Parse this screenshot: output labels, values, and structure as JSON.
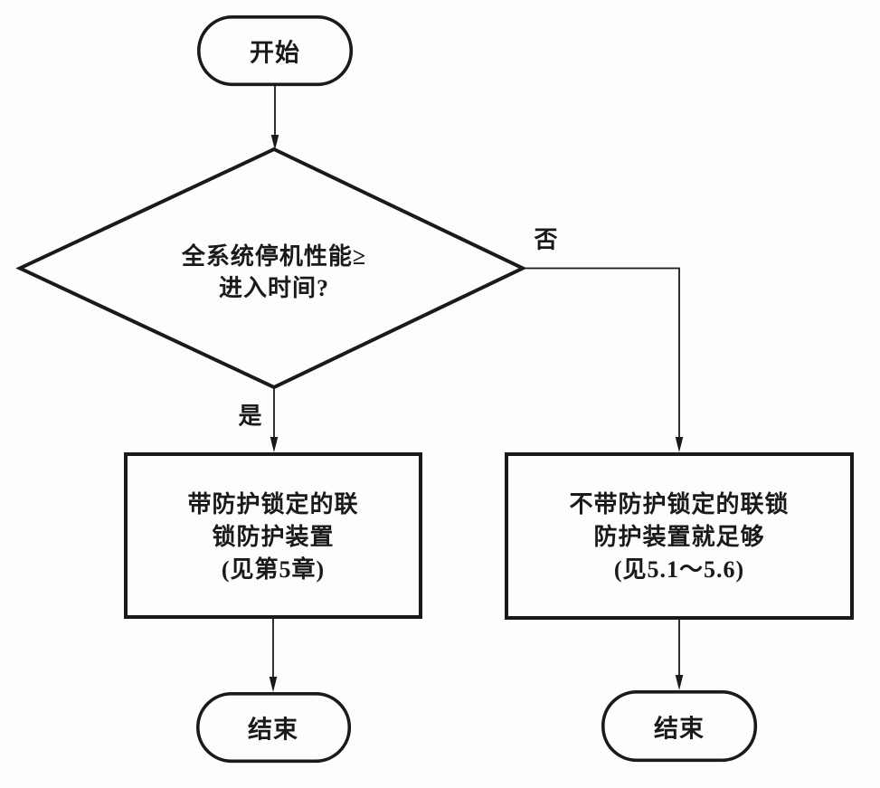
{
  "diagram": {
    "type": "flowchart",
    "colors": {
      "ink": "#1a1a1a",
      "background": "#fdfdfd"
    },
    "nodes": {
      "start": {
        "shape": "terminal",
        "label": "开始"
      },
      "decision": {
        "shape": "diamond",
        "lines": [
          "全系统停机性能≥",
          "进入时间?"
        ]
      },
      "process_yes": {
        "shape": "rectangle",
        "lines": [
          "带防护锁定的联",
          "锁防护装置",
          "(见第5章)"
        ]
      },
      "process_no": {
        "shape": "rectangle",
        "lines": [
          "不带防护锁定的联锁",
          "防护装置就足够",
          "(见5.1～5.6)"
        ]
      },
      "end_left": {
        "shape": "terminal",
        "label": "结束"
      },
      "end_right": {
        "shape": "terminal",
        "label": "结束"
      }
    },
    "edges": [
      {
        "from": "start",
        "to": "decision",
        "label": ""
      },
      {
        "from": "decision",
        "to": "process_yes",
        "label": "是"
      },
      {
        "from": "decision",
        "to": "process_no",
        "label": "否"
      },
      {
        "from": "process_yes",
        "to": "end_left",
        "label": ""
      },
      {
        "from": "process_no",
        "to": "end_right",
        "label": ""
      }
    ]
  }
}
